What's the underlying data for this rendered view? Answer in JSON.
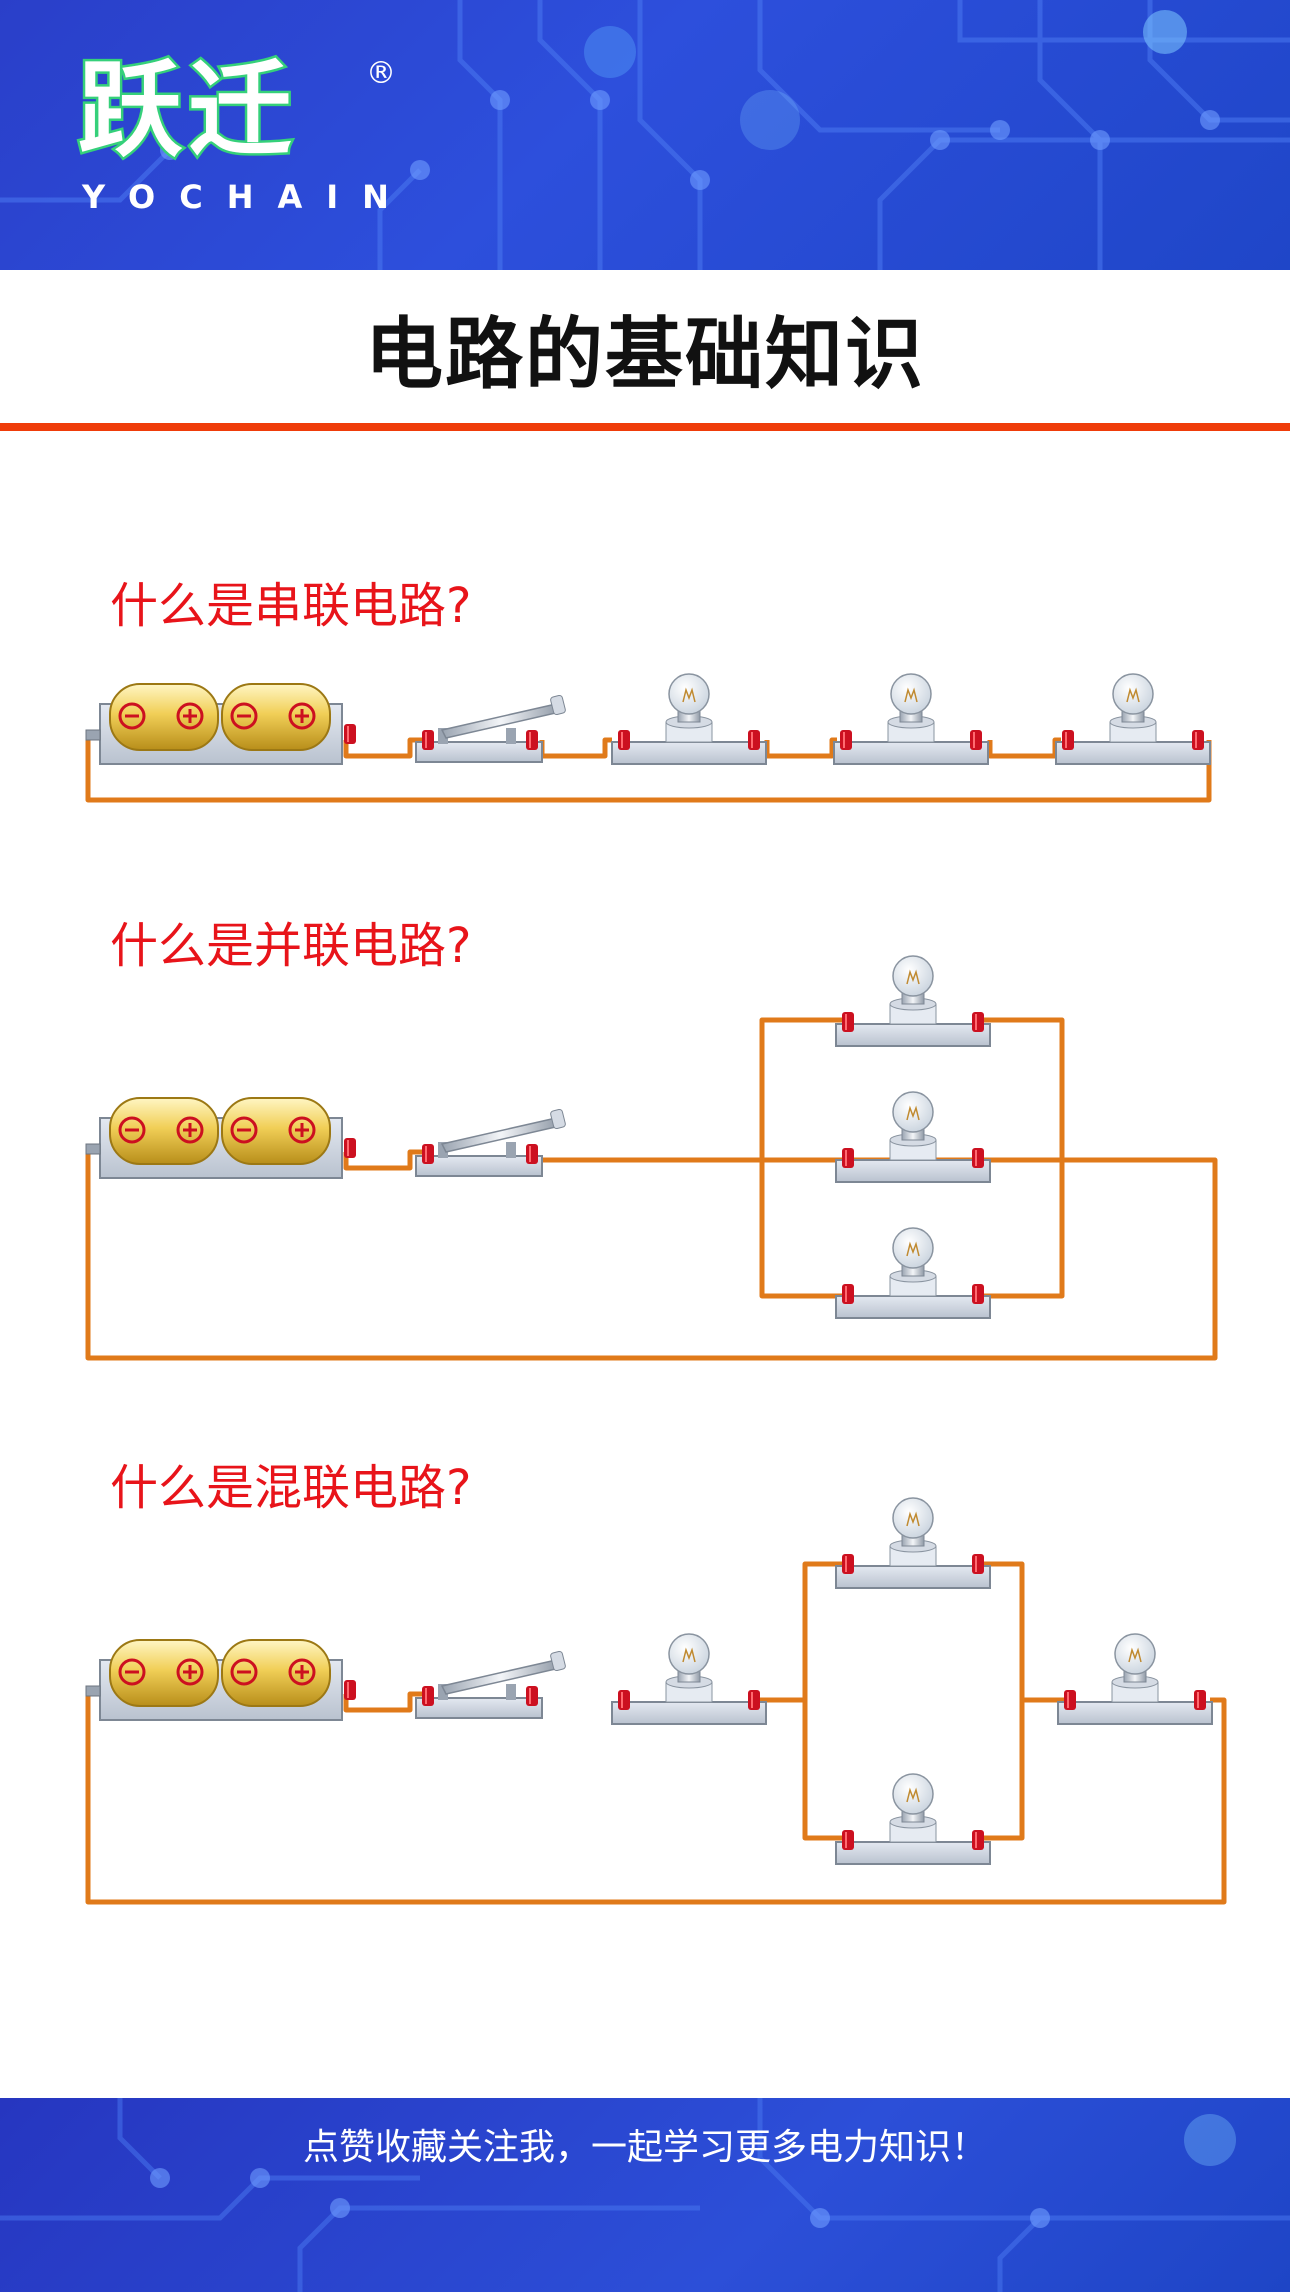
{
  "brand": {
    "name_cn": "跃迁",
    "registered": "®",
    "name_en": "YOCHAIN",
    "accent_color": "#35d07a"
  },
  "page": {
    "title": "电路的基础知识",
    "rule_color": "#ef3c0a",
    "header_color": "#2d4fdc"
  },
  "sections": [
    {
      "id": "series",
      "title": "什么是串联电路?"
    },
    {
      "id": "parallel",
      "title": "什么是并联电路?"
    },
    {
      "id": "mixed",
      "title": "什么是混联电路?"
    }
  ],
  "components": {
    "battery_terminal_labels": [
      "⊖",
      "⊕",
      "⊖",
      "⊕"
    ],
    "wire_color": "#e07a1a",
    "terminal_color": "#cc1020"
  },
  "footer": {
    "text": "点赞收藏关注我，一起学习更多电力知识！"
  }
}
